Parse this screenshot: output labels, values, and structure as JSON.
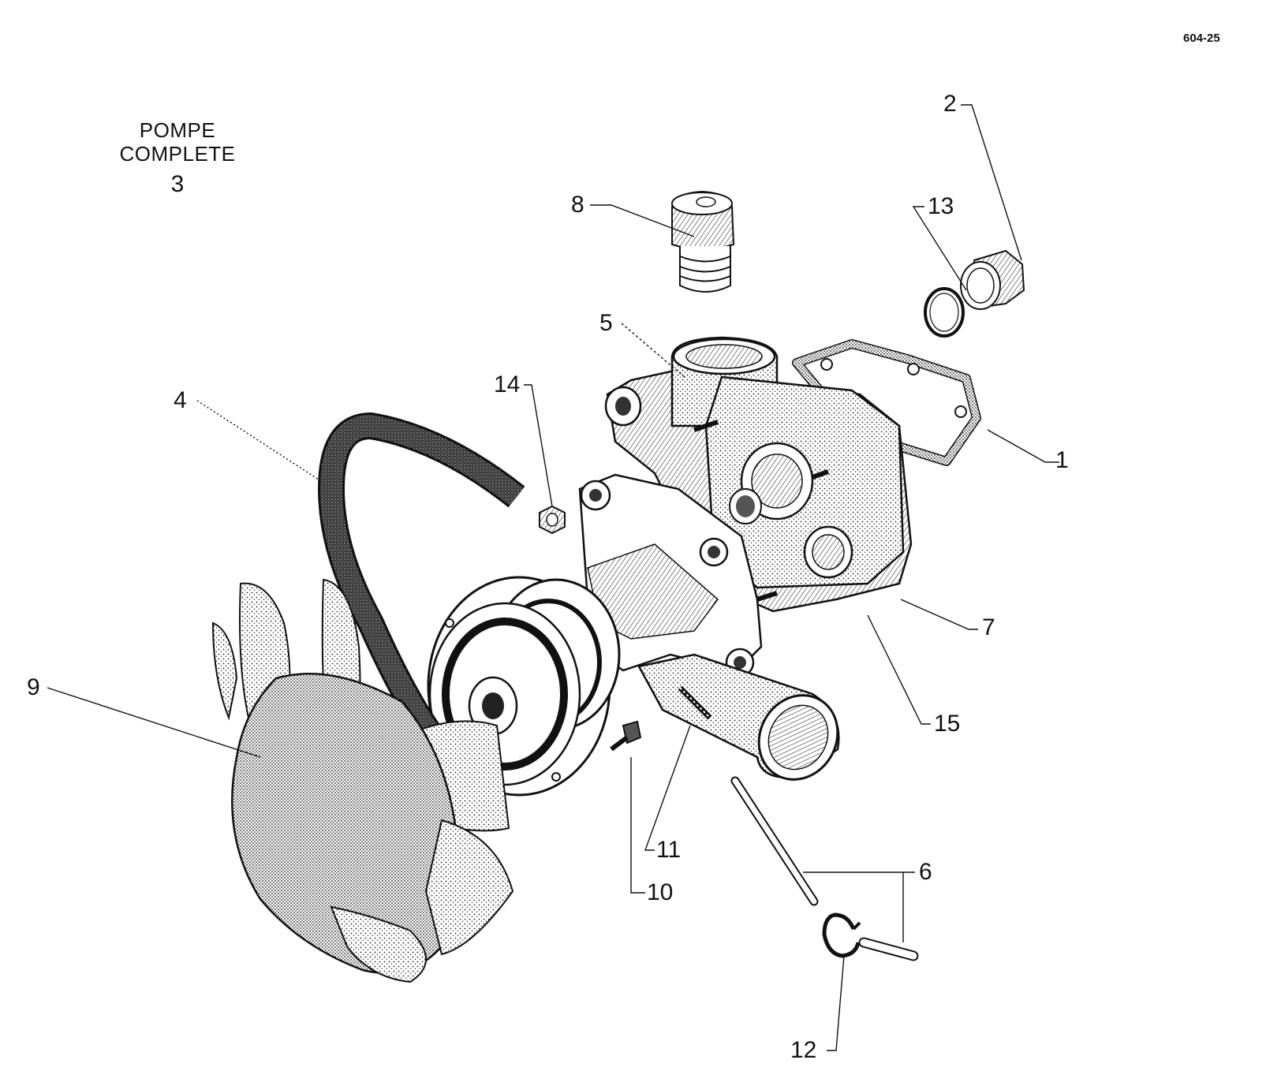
{
  "figure": {
    "reference_code": "604-25",
    "title_lines": [
      "POMPE",
      "COMPLETE"
    ],
    "title_number": "3"
  },
  "callouts": {
    "c1": "1",
    "c2": "2",
    "c4": "4",
    "c5": "5",
    "c6": "6",
    "c7": "7",
    "c8": "8",
    "c9": "9",
    "c10": "10",
    "c11": "11",
    "c12": "12",
    "c13": "13",
    "c14": "14",
    "c15": "15"
  },
  "colors": {
    "ink": "#111111",
    "paper": "#ffffff",
    "shade": "#9a9a9a"
  }
}
